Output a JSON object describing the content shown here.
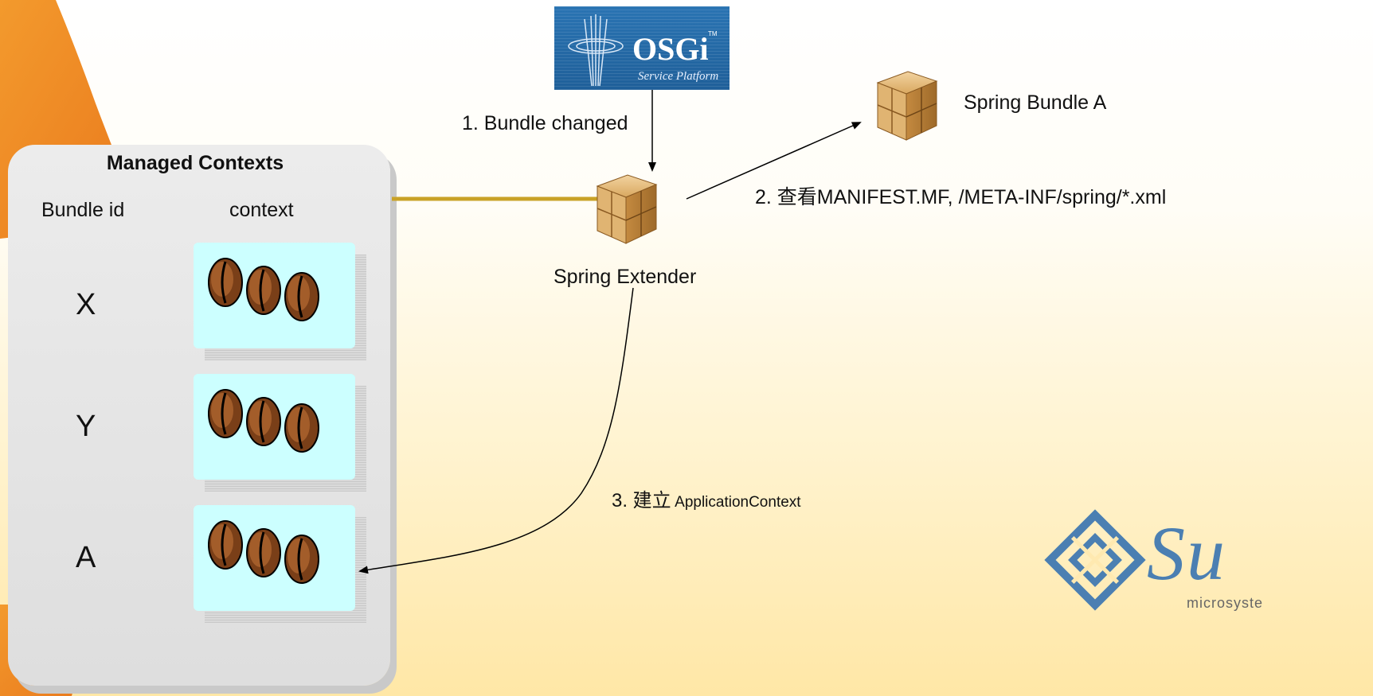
{
  "osgi_logo": {
    "word": "OSGi",
    "trademark": "TM",
    "subtitle": "Service Platform"
  },
  "managed_contexts": {
    "title": "Managed Contexts",
    "col_bundle_id": "Bundle id",
    "col_context": "context",
    "rows": [
      {
        "id": "X"
      },
      {
        "id": "Y"
      },
      {
        "id": "A"
      }
    ]
  },
  "nodes": {
    "spring_extender": "Spring Extender",
    "spring_bundle_a": "Spring Bundle A"
  },
  "steps": {
    "step1": "1. Bundle changed",
    "step2": "2. 查看MANIFEST.MF, /META-INF/spring/*.xml",
    "step3_prefix": "3. 建立",
    "step3_suffix": "ApplicationContext"
  },
  "sun_logo": {
    "word": "Su",
    "sub": "microsyste"
  },
  "colors": {
    "connector": "#c9a227",
    "context_bg": "#ccffff",
    "bean": "#8b4a22",
    "box": "#c98f45"
  }
}
